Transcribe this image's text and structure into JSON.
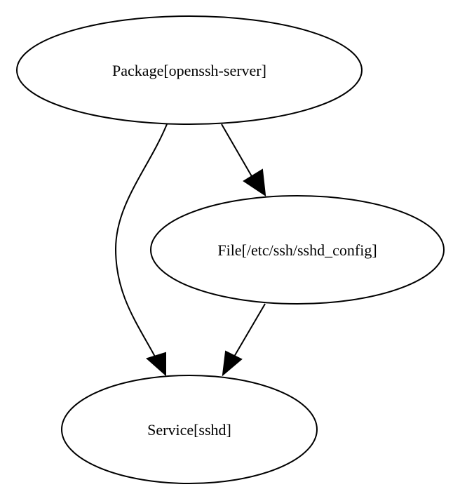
{
  "nodes": {
    "package": {
      "label": "Package[openssh-server]"
    },
    "file": {
      "label": "File[/etc/ssh/sshd_config]"
    },
    "service": {
      "label": "Service[sshd]"
    }
  },
  "edges": [
    {
      "from": "package",
      "to": "file"
    },
    {
      "from": "package",
      "to": "service"
    },
    {
      "from": "file",
      "to": "service"
    }
  ],
  "colors": {
    "stroke": "#000000",
    "background": "#ffffff"
  }
}
